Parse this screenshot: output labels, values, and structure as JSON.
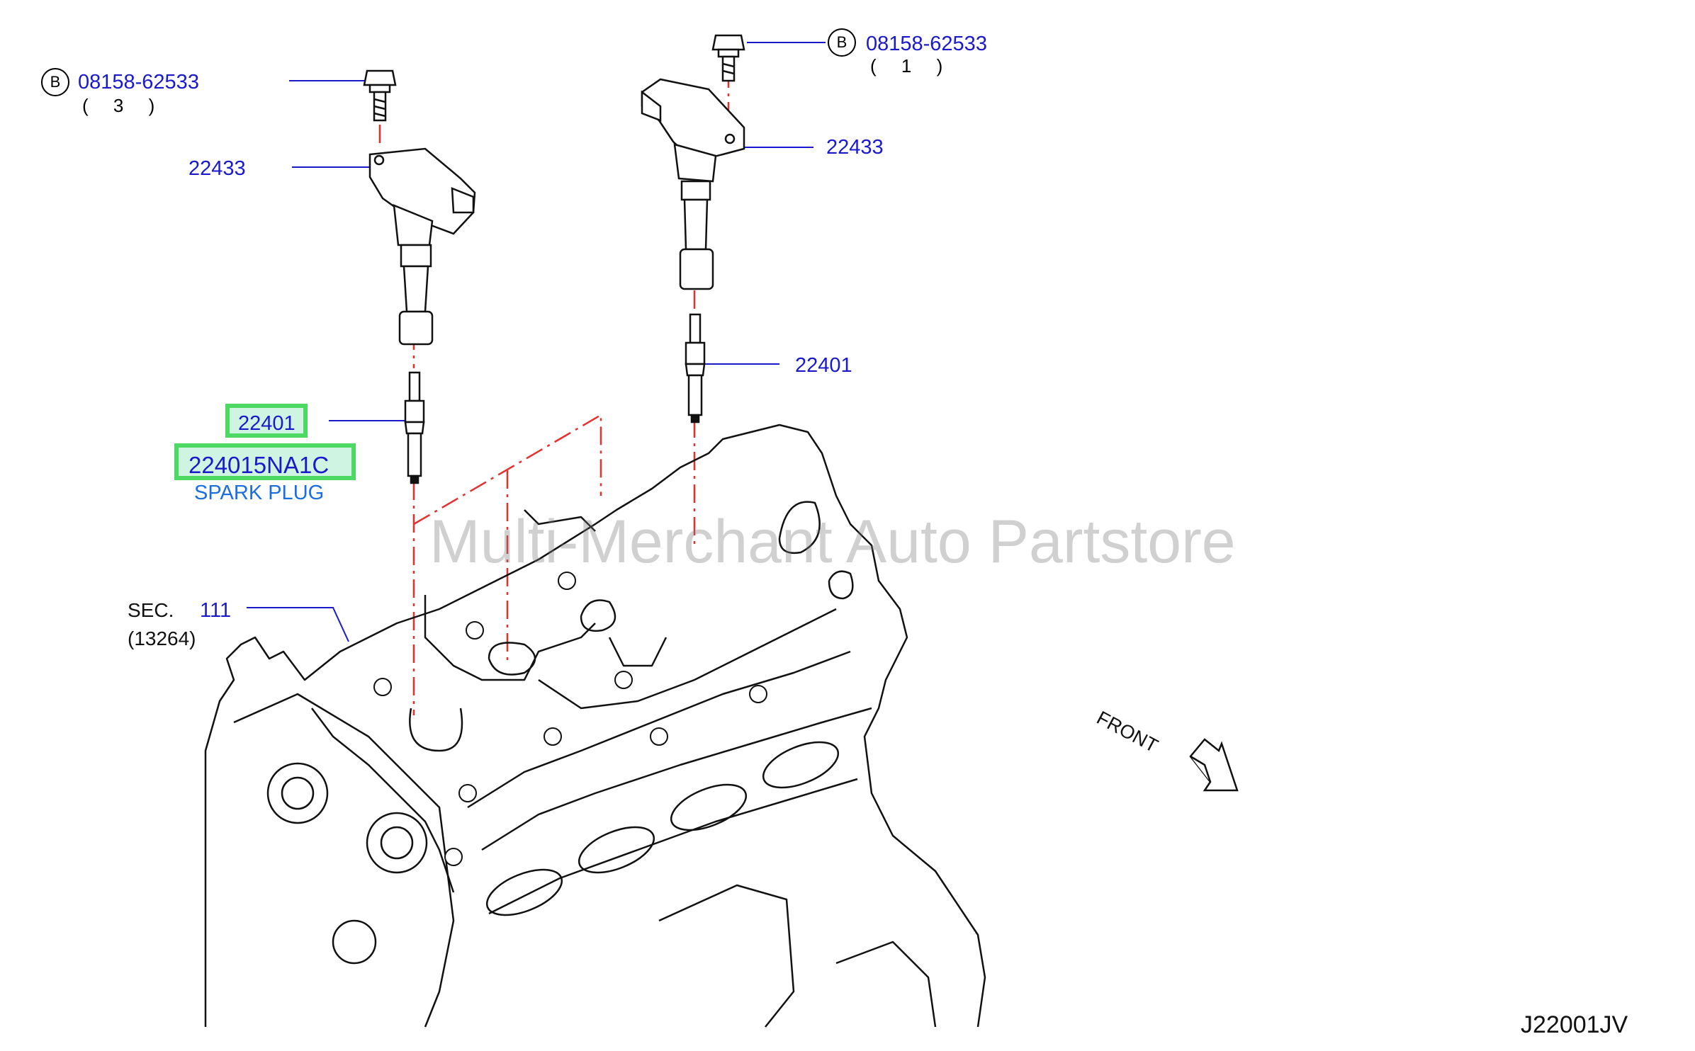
{
  "diagram": {
    "parts": {
      "bolt_left": {
        "circle_letter": "B",
        "part_no": "08158-62533",
        "qty": "( 3 )"
      },
      "bolt_right": {
        "circle_letter": "B",
        "part_no": "08158-62533",
        "qty": "( 1 )"
      },
      "coil_left": {
        "part_no": "22433"
      },
      "coil_right": {
        "part_no": "22433"
      },
      "plug_left": {
        "part_no": "22401",
        "oem_no": "224015NA1C",
        "name": "SPARK PLUG"
      },
      "plug_right": {
        "part_no": "22401"
      },
      "section_ref": {
        "prefix": "SEC.",
        "number": "111",
        "sub": "(13264)"
      }
    },
    "front_label": "FRONT",
    "drawing_code": "J22001JV",
    "watermark": "Multi-Merchant Auto Partstore",
    "colors": {
      "callout_text": "#1a1acc",
      "highlight_border": "#4cd964",
      "highlight_fill": "#96e6be",
      "leader_line": "#1a1acc",
      "center_line": "#e53030",
      "drawing_line": "#111111"
    }
  }
}
